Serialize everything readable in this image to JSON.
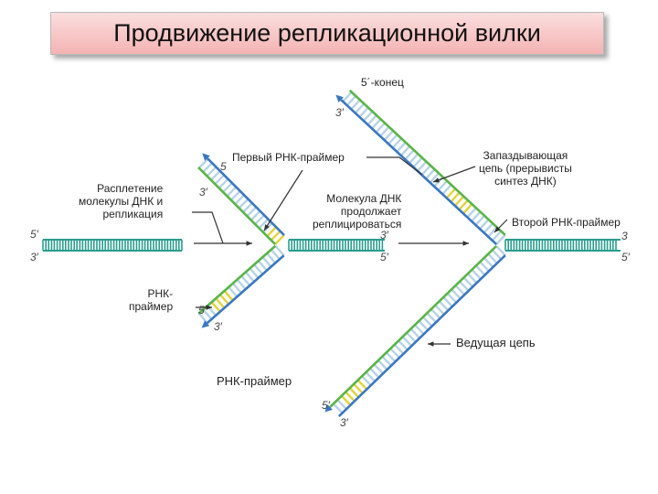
{
  "title": "Продвижение репликационной вилки",
  "labels": {
    "five_prime_end": "5´-конец",
    "first_rna_primer": "Первый РНК-праймер",
    "lagging_strand": "Запаздывающая\nцепь (прерывисты\nсинтез ДНК)",
    "unwinding": "Расплетение\nмолекулы ДНК и\nрепликация",
    "dna_continues": "Молекула ДНК\nпродолжает\nреплицироваться",
    "second_rna_primer": "Второй РНК-праймер",
    "rna_primer_left": "РНК-\nпраймер",
    "leading_strand": "Ведущая цепь",
    "rna_primer_bottom": "РНК-праймер"
  },
  "ends": {
    "e1": "3′",
    "e2": "5",
    "e3": "3′",
    "e4": "5′",
    "e5": "3′",
    "e6": "5′",
    "e7": "3′",
    "e8": "3′",
    "e9": "5′",
    "e10": "3",
    "e11": "5′",
    "e12": "5′",
    "e13": "3′"
  },
  "colors": {
    "parental_strand": "#2a9d8f",
    "new_green_strand": "#59b548",
    "new_blue_strand": "#3a78c2",
    "rung": "#b7d3e6",
    "primer": "#e2d33a",
    "arrow": "#333333",
    "title_bg": "#f6c4c4"
  }
}
